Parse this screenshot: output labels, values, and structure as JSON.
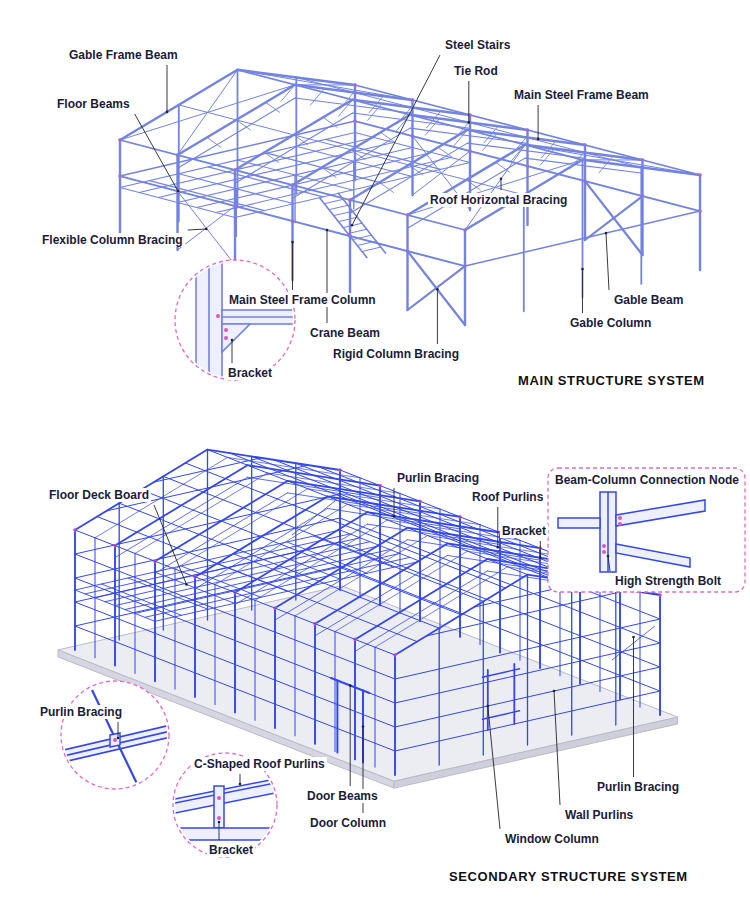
{
  "diagram": {
    "labels": [
      "Gable Frame Beam",
      "Steel Stairs",
      "Tie Rod",
      "Main Steel Frame Beam",
      "Floor Beams",
      "Flexible Column Bracing",
      "Roof Horizontal Bracing",
      "Main Steel Frame Column",
      "Gable Beam",
      "Crane Beam",
      "Gable Column",
      "Bracket",
      "Rigid Column Bracing",
      "MAIN STRUCTURE SYSTEM",
      "Purlin Bracing",
      "Floor Deck Board",
      "Roof Purlins",
      "Beam-Column Connection Node",
      "Bracket",
      "High Strength Bolt",
      "Purlin Bracing",
      "C-Shaped Roof Purlins",
      "Door Beams",
      "Door Column",
      "Bracket",
      "Purlin Bracing",
      "Wall Purlins",
      "Window Column",
      "SECONDARY STRUCTURE SYSTEM"
    ]
  }
}
